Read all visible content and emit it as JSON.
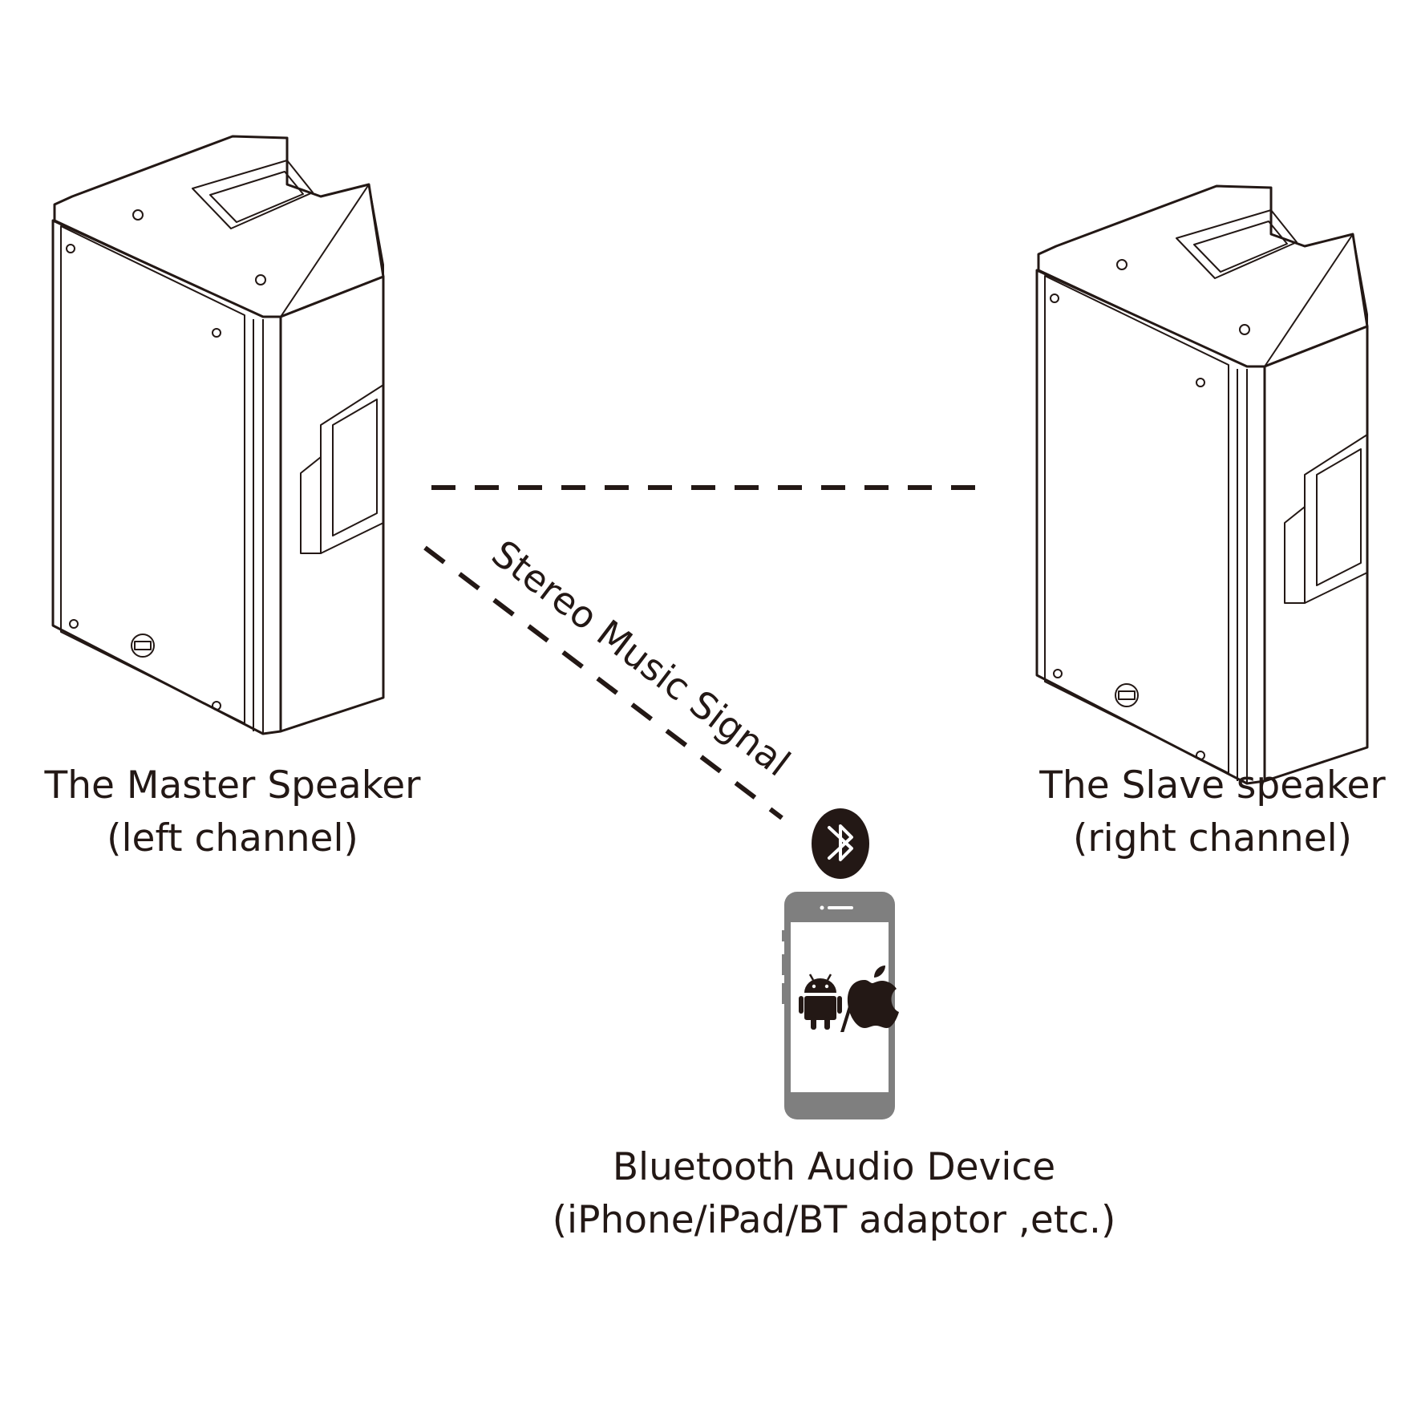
{
  "master": {
    "name": "The Master Speaker",
    "channel": "(left channel)"
  },
  "slave": {
    "name": "The Slave speaker",
    "channel": "(right channel)"
  },
  "signal": {
    "label": "Stereo Music Signal"
  },
  "device": {
    "name": "Bluetooth Audio Device",
    "examples": "(iPhone/iPad/BT adaptor ,etc.)",
    "separator": "/"
  },
  "icons": {
    "speakers": "loudspeaker-icon",
    "bluetooth": "bluetooth-icon",
    "phone": "smartphone-icon",
    "android": "android-icon",
    "apple": "apple-icon"
  },
  "colors": {
    "ink": "#231815",
    "phone_body": "#7f7f7f"
  }
}
